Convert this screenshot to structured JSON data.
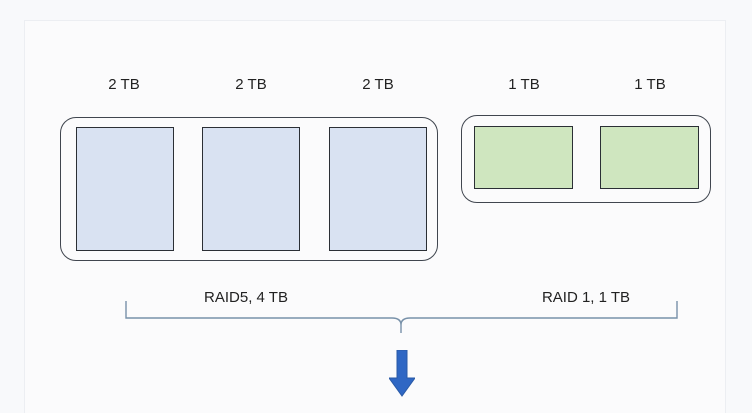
{
  "raid5_group": {
    "disk_sizes": [
      "2 TB",
      "2 TB",
      "2 TB"
    ],
    "label": "RAID5, 4 TB",
    "disk_color": "#d9e2f2"
  },
  "raid1_group": {
    "disk_sizes": [
      "1 TB",
      "1 TB"
    ],
    "label": "RAID 1, 1 TB",
    "disk_color": "#cfe6bf"
  },
  "arrow_color": "#2f67c4",
  "icons": [
    "down-arrow-icon"
  ]
}
